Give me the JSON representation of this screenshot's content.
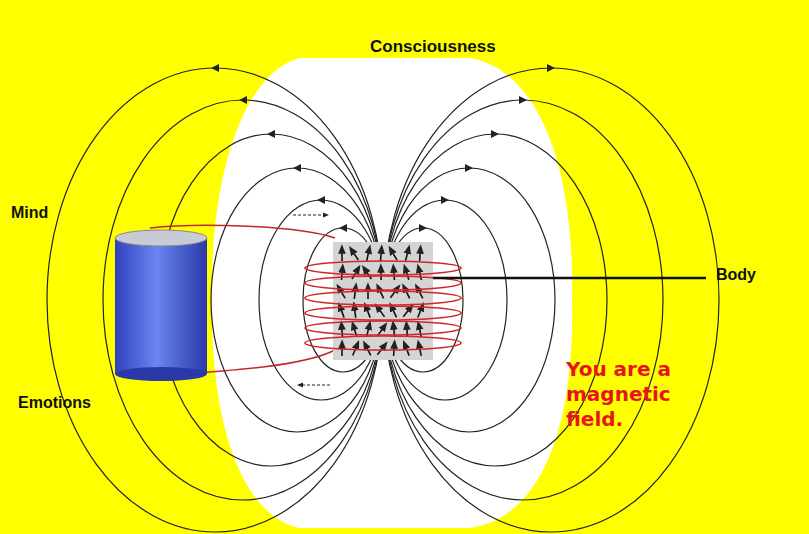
{
  "diagram": {
    "labels": [
      "Consciousness",
      "Mind",
      "Emotions",
      "Body",
      "You are a magnetic field."
    ]
  }
}
